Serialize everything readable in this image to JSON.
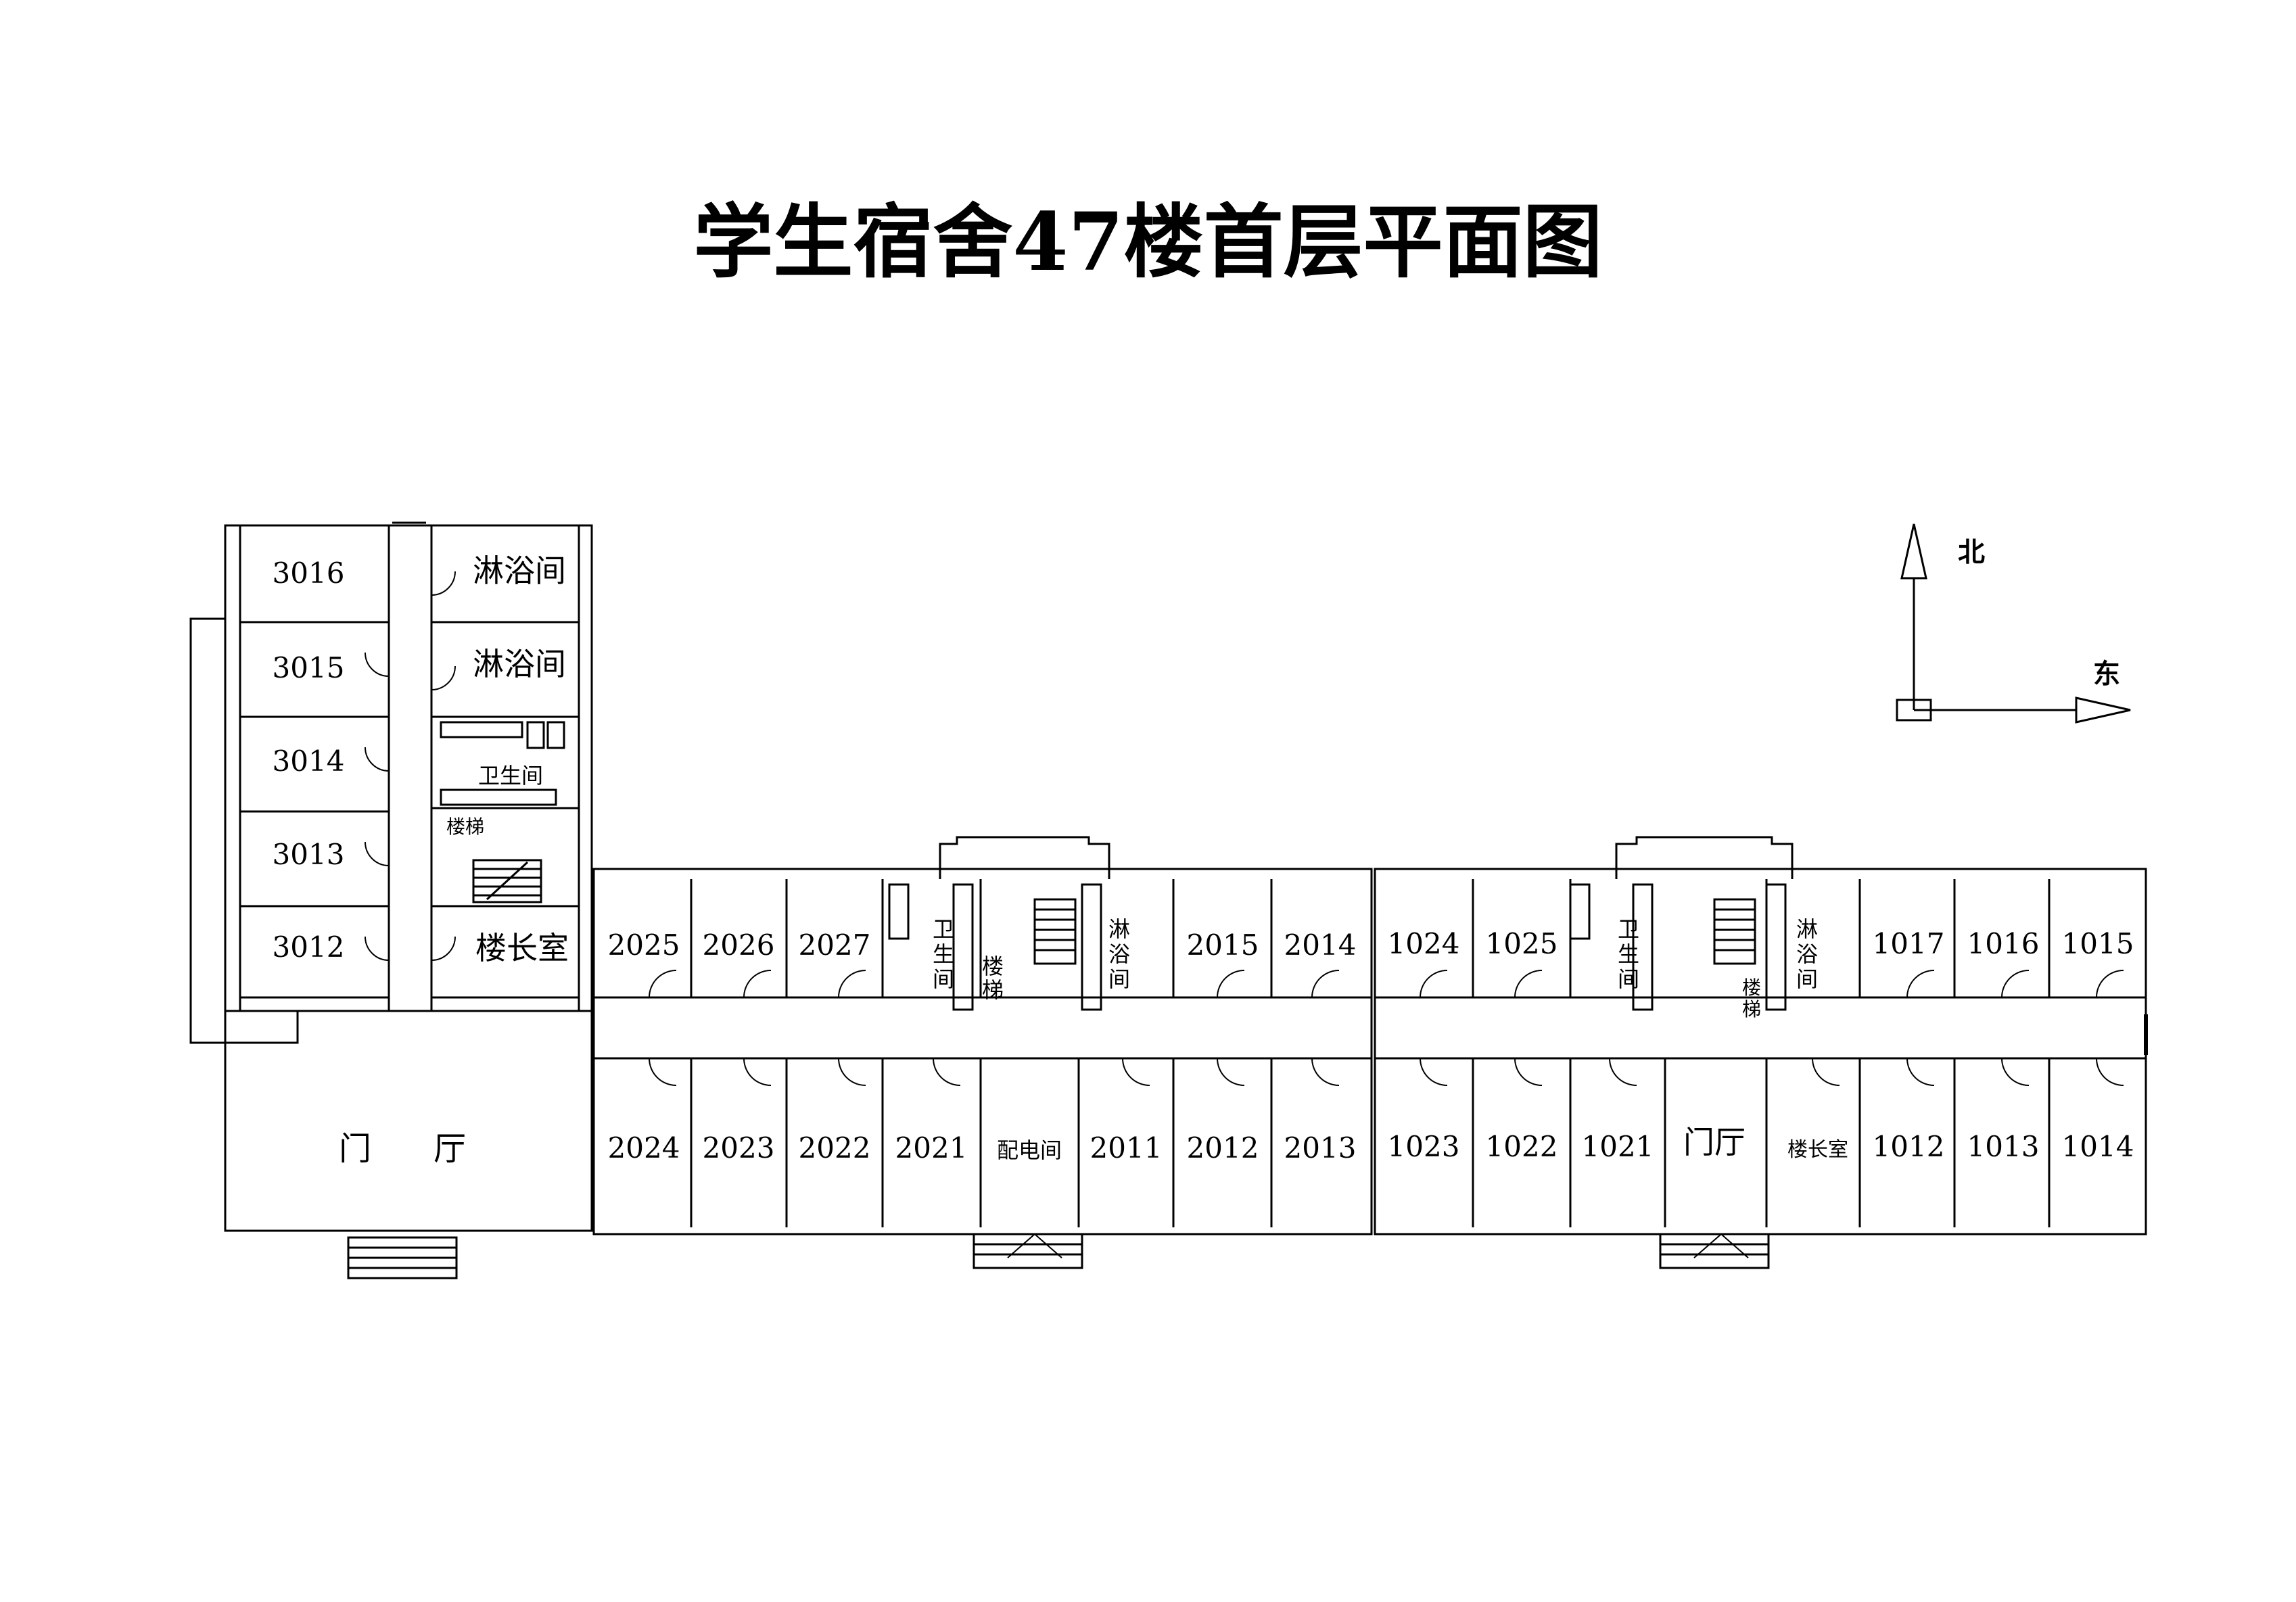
{
  "title": "学生宿舍47楼首层平面图",
  "compass": {
    "north": "北",
    "east": "东"
  },
  "west_wing": {
    "rooms": [
      "3016",
      "3015",
      "3014",
      "3013",
      "3012"
    ],
    "shower_1": "淋浴间",
    "shower_2": "淋浴间",
    "toilet": "卫生间",
    "stairs": "楼梯",
    "manager": "楼长室",
    "lobby_1": "门",
    "lobby_2": "厅"
  },
  "middle_wing": {
    "north_rooms_a": [
      "2025",
      "2026",
      "2027"
    ],
    "toilet": [
      "卫",
      "生",
      "间"
    ],
    "stairs": [
      "楼",
      "梯"
    ],
    "shower": [
      "淋",
      "浴",
      "间"
    ],
    "north_rooms_b": [
      "2015",
      "2014"
    ],
    "south_rooms_a": [
      "2024",
      "2023",
      "2022",
      "2021"
    ],
    "power_room": "配电间",
    "south_rooms_b": [
      "2011",
      "2012",
      "2013"
    ]
  },
  "east_wing": {
    "north_rooms_a": [
      "1024",
      "1025"
    ],
    "toilet": [
      "卫",
      "生",
      "间"
    ],
    "stairs": [
      "楼",
      "梯"
    ],
    "shower": [
      "淋",
      "浴",
      "间"
    ],
    "north_rooms_b": [
      "1017",
      "1016",
      "1015"
    ],
    "south_rooms_a": [
      "1023",
      "1022",
      "1021"
    ],
    "lobby": "门厅",
    "manager": "楼长室",
    "south_rooms_b": [
      "1012",
      "1013",
      "1014"
    ]
  },
  "colors": {
    "ink": "#000000",
    "paper": "#ffffff",
    "hatch": "#9a9a9a"
  }
}
